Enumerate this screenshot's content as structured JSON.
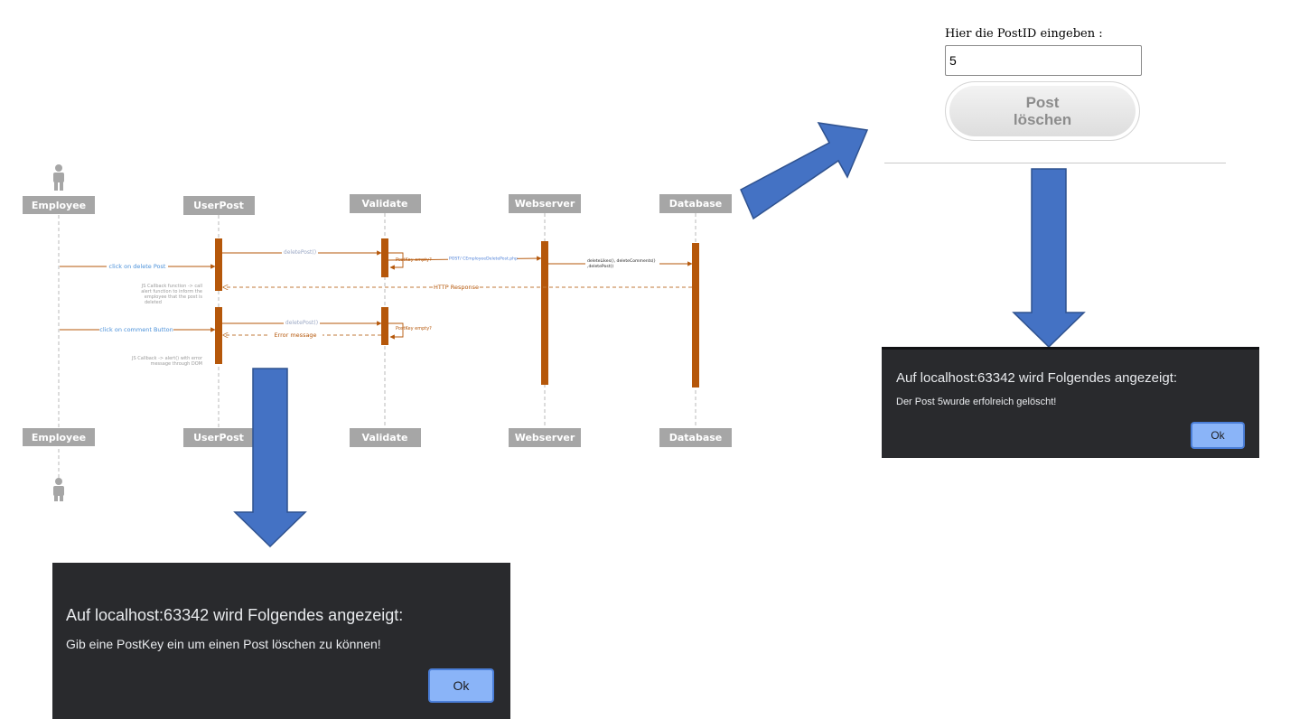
{
  "diagram": {
    "lifelines": {
      "employee": "Employee",
      "userpost": "UserPost",
      "validate": "Validate",
      "webserver": "Webserver",
      "database": "Database"
    },
    "messages": {
      "click_delete": "click on delete Post",
      "deletepost_1": "deletePost()",
      "postkey_empty_1": "PostKey empty?",
      "post_call": "POST/ CEmployeeDeletePost.php",
      "db_call_line1": "deleteLikes(), deleteComments()",
      "db_call_line2": ",deletePost()",
      "http_response": "HTTP Response",
      "click_comment": "click on comment Button",
      "deletepost_2": "deletePost()",
      "postkey_empty_2": "PostKey empty?",
      "error_message": "Error message"
    },
    "notes": {
      "callback_1": [
        "JS Callback function -> call",
        "alert function to inform the",
        "employee that the post is",
        "deleted"
      ],
      "callback_2": [
        "JS Callback -> alert() with error",
        "message through DOM"
      ]
    },
    "colors": {
      "activation": "#b5570a",
      "message": "#c07a3a",
      "lifeline_box": "#a6a6a6",
      "blue_text": "#4a90d9",
      "arrow_fill": "#4472c4",
      "arrow_stroke": "#2f528f"
    }
  },
  "form": {
    "label": "Hier die PostID eingeben :",
    "postid_value": "5",
    "button_line1": "Post",
    "button_line2": "löschen"
  },
  "dialog_success": {
    "title": "Auf localhost:63342 wird Folgendes angezeigt:",
    "message": "Der Post 5wurde erfolreich gelöscht!",
    "ok": "Ok"
  },
  "dialog_error": {
    "title": "Auf localhost:63342 wird Folgendes angezeigt:",
    "message": "Gib eine PostKey ein um einen Post löschen zu können!",
    "ok": "Ok"
  },
  "arrows": [
    "arrow-down-icon",
    "arrow-up-right-icon"
  ]
}
